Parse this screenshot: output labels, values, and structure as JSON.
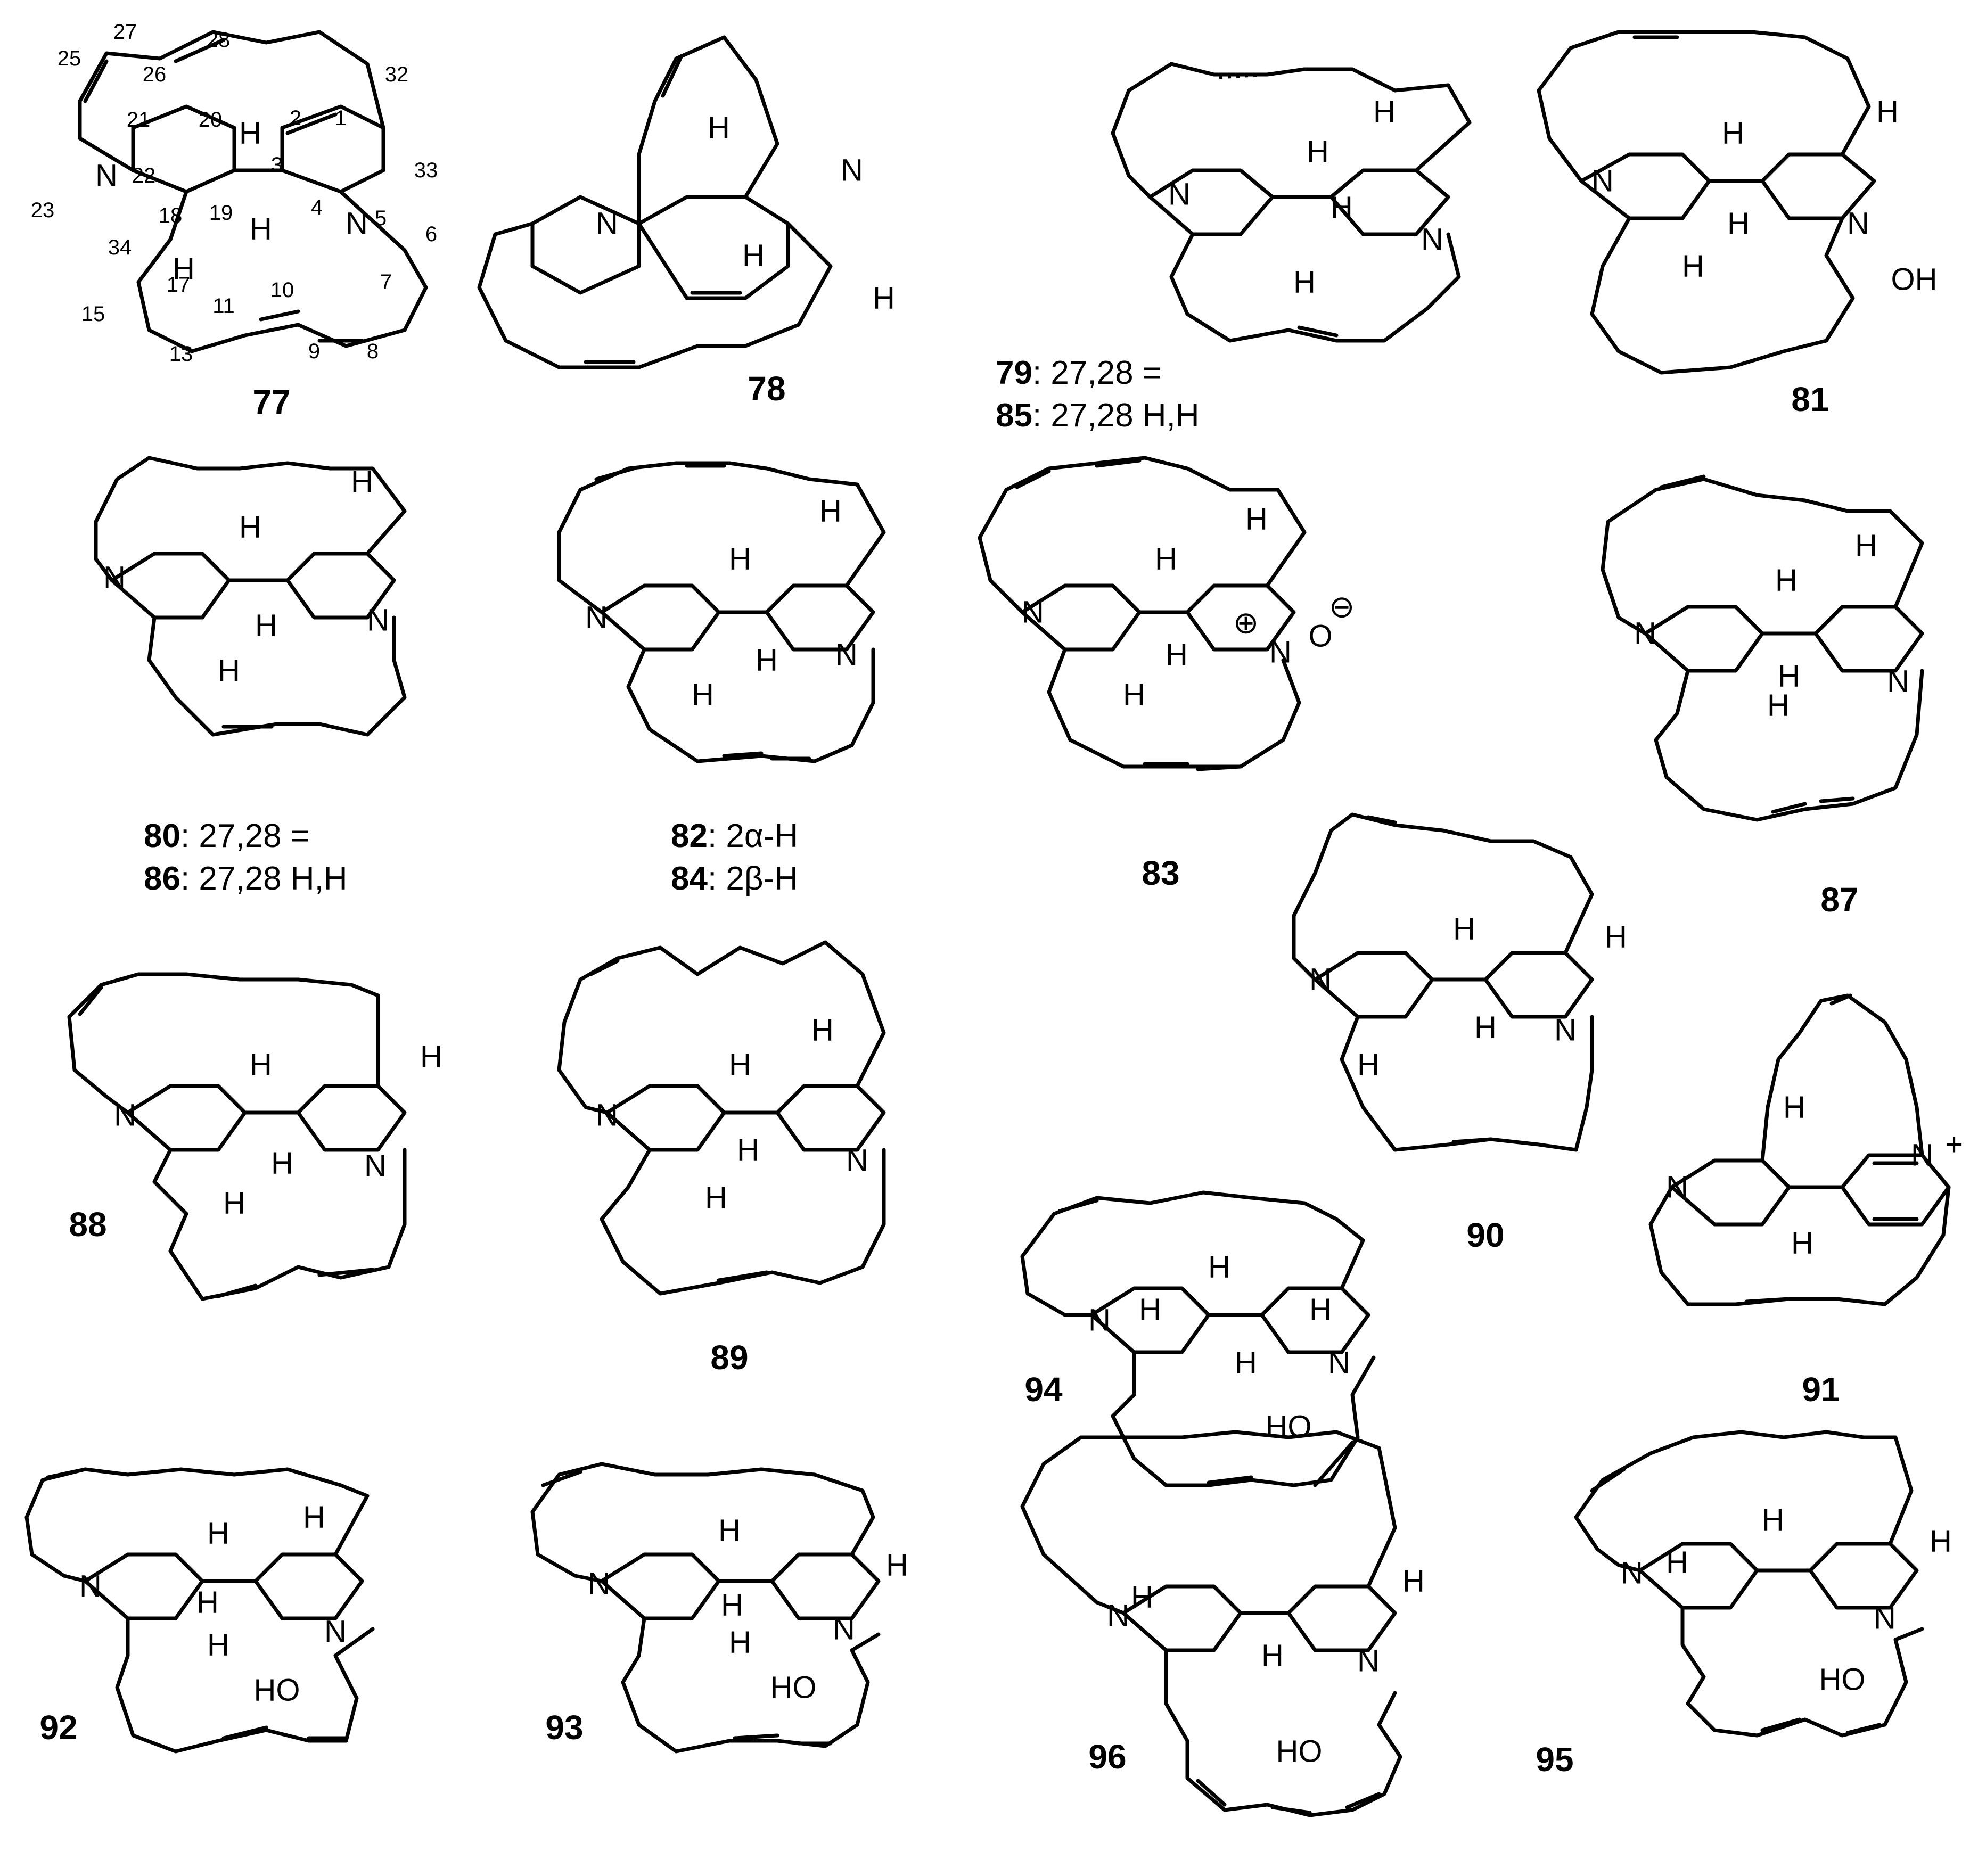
{
  "figure": {
    "atom_labels": {
      "N": "N",
      "H": "H",
      "OH": "OH",
      "HO": "HO",
      "O": "O",
      "plus": "+",
      "circled_plus": "⊕",
      "circled_minus": "⊖"
    },
    "numbering_77": [
      "1",
      "2",
      "3",
      "4",
      "5",
      "6",
      "7",
      "8",
      "9",
      "10",
      "11",
      "13",
      "15",
      "17",
      "18",
      "19",
      "20",
      "21",
      "22",
      "23",
      "25",
      "26",
      "27",
      "28",
      "32",
      "33",
      "34"
    ],
    "compounds": {
      "c77": "77",
      "c78": "78",
      "c79": "79",
      "c85": "85",
      "c81": "81",
      "c80": "80",
      "c86": "86",
      "c82": "82",
      "c84": "84",
      "c83": "83",
      "c87": "87",
      "c88": "88",
      "c89": "89",
      "c90": "90",
      "c91": "91",
      "c94": "94",
      "c92": "92",
      "c93": "93",
      "c96": "96",
      "c95": "95"
    },
    "notes": {
      "n79": ": 27,28 =",
      "n85": ": 27,28 H,H",
      "n80": ": 27,28 =",
      "n86": ": 27,28 H,H",
      "n82": ": 2α-H",
      "n84": ": 2β-H"
    }
  }
}
